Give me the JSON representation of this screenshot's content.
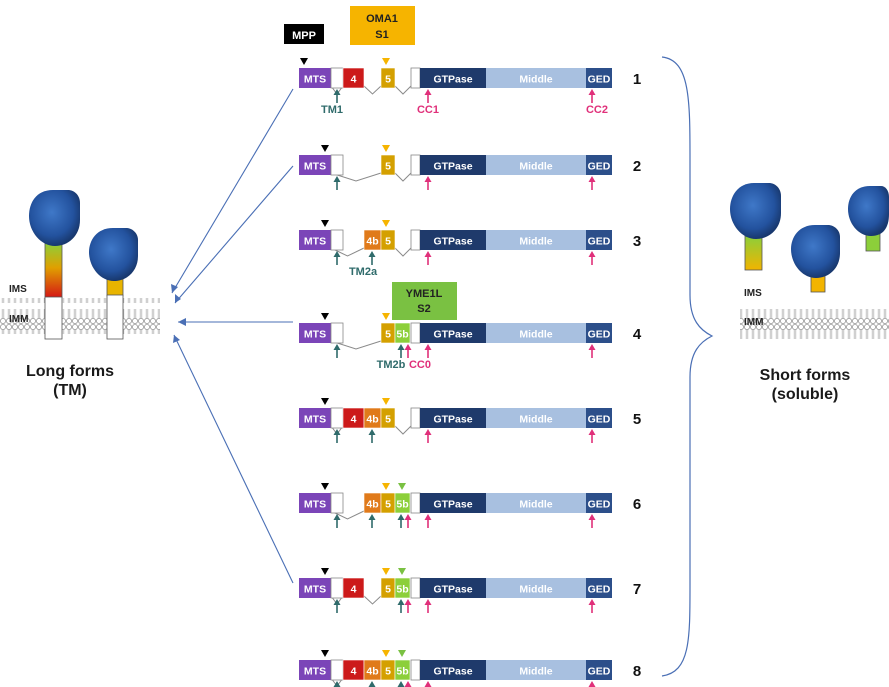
{
  "enzymes": {
    "mpp": "MPP",
    "oma1": [
      "OMA1",
      "S1"
    ],
    "yme1l": [
      "YME1L",
      "S2"
    ]
  },
  "domains": {
    "mts": "MTS",
    "ex4": "4",
    "ex4b": "4b",
    "ex5": "5",
    "ex5b": "5b",
    "gtpase": "GTPase",
    "middle": "Middle",
    "ged": "GED"
  },
  "site_labels": {
    "tm1": "TM1",
    "tm2a": "TM2a",
    "tm2b": "TM2b",
    "cc0": "CC0",
    "cc1": "CC1",
    "cc2": "CC2"
  },
  "isoforms": [
    {
      "number": "1",
      "exons": [
        "4",
        "5"
      ]
    },
    {
      "number": "2",
      "exons": [
        "5"
      ]
    },
    {
      "number": "3",
      "exons": [
        "4b",
        "5"
      ]
    },
    {
      "number": "4",
      "exons": [
        "5",
        "5b"
      ]
    },
    {
      "number": "5",
      "exons": [
        "4",
        "4b",
        "5"
      ]
    },
    {
      "number": "6",
      "exons": [
        "4b",
        "5",
        "5b"
      ]
    },
    {
      "number": "7",
      "exons": [
        "4",
        "5",
        "5b"
      ]
    },
    {
      "number": "8",
      "exons": [
        "4",
        "4b",
        "5",
        "5b"
      ]
    }
  ],
  "left_panel": {
    "ims": "IMS",
    "imm": "IMM",
    "title_line1": "Long forms",
    "title_line2": "(TM)"
  },
  "right_panel": {
    "ims": "IMS",
    "imm": "IMM",
    "title_line1": "Short forms",
    "title_line2": "(soluble)"
  },
  "colors": {
    "mts": "#7b45b8",
    "ex4": "#cc1a1a",
    "ex4b": "#e07a1a",
    "ex5": "#d4a000",
    "ex5b": "#8ccf3a",
    "gtpase": "#1f3a6b",
    "middle": "#a8c0e0",
    "ged": "#2c4f8a",
    "tm_arrow": "#2f6b6b",
    "cc_arrow": "#e0307a",
    "mpp_box": "#000000",
    "oma1_box": "#f6b400",
    "yme1l_box": "#7ac142",
    "connector": "#4a6fb5"
  }
}
